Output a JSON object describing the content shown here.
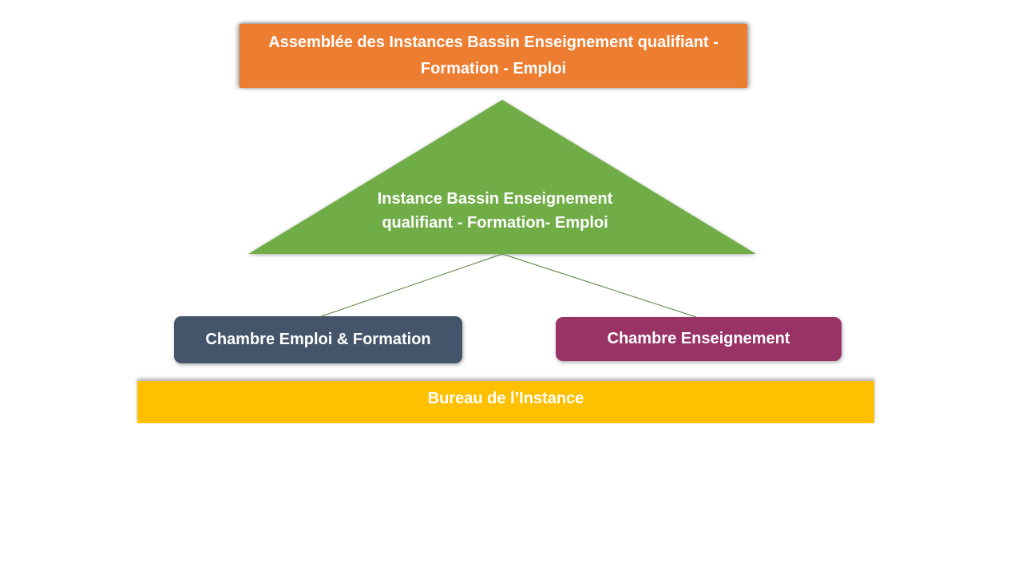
{
  "diagram": {
    "assembly": {
      "label": "Assemblée des Instances Bassin Enseignement qualifiant - Formation - Emploi",
      "color": "#ED7D31"
    },
    "instance": {
      "label": "Instance Bassin Enseignement qualifiant - Formation- Emploi",
      "color": "#70AD47"
    },
    "chambers": [
      {
        "label": "Chambre Emploi & Formation",
        "color": "#44546A"
      },
      {
        "label": "Chambre Enseignement",
        "color": "#993366"
      }
    ],
    "bureau": {
      "label": "Bureau de l’Instance",
      "color": "#FFC000"
    },
    "connector_color": "#548235"
  }
}
